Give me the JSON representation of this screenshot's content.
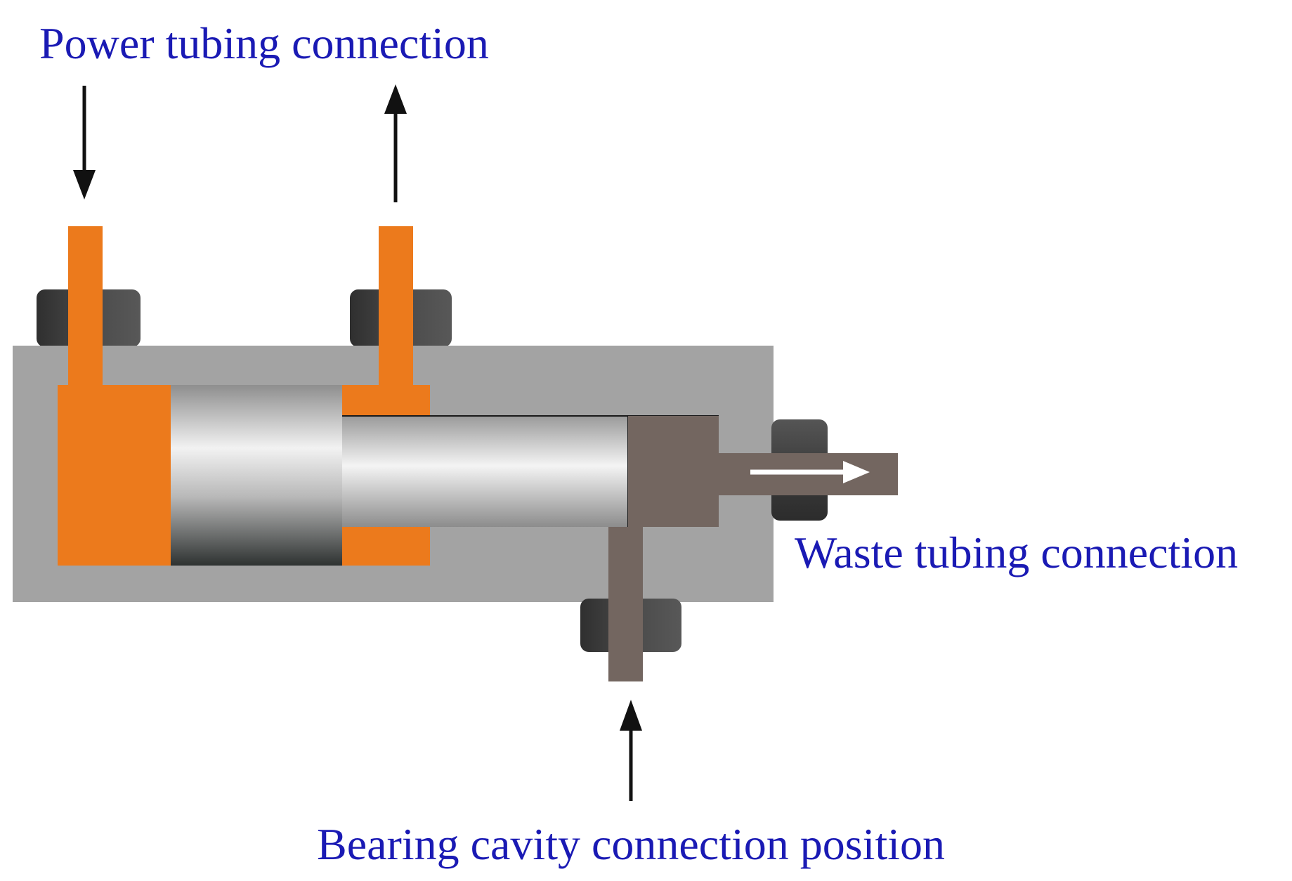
{
  "labels": {
    "power_tubing": "Power tubing connection",
    "waste_tubing": "Waste tubing connection",
    "bearing_cavity": "Bearing cavity connection position"
  },
  "colors": {
    "label_text": "#1a1ab4",
    "housing": "#a3a3a3",
    "orange_part": "#ec7a1c",
    "brown_part": "#736660",
    "nut": "#3f3f3f",
    "arrow": "#111111",
    "flow_arrow": "#ffffff"
  }
}
